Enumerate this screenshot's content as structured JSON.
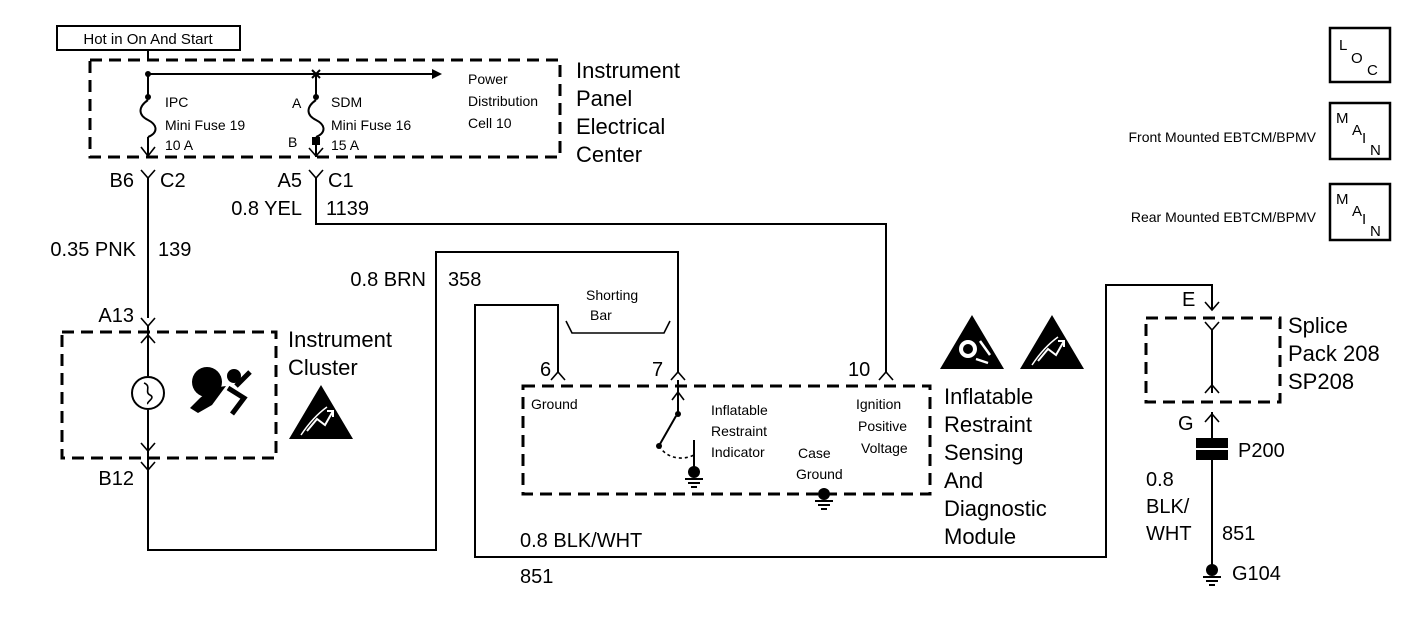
{
  "header": {
    "power_label": "Hot in On And Start"
  },
  "fuse_block": {
    "title": [
      "Instrument",
      "Panel",
      "Electrical",
      "Center"
    ],
    "ipc_fuse": {
      "name": "IPC",
      "line2": "Mini Fuse  19",
      "rating": "10 A"
    },
    "sdm_fuse": {
      "name": "SDM",
      "line2": "Mini Fuse  16",
      "rating": "15 A"
    },
    "pin_a": "A",
    "pin_b": "B",
    "pdc": [
      "Power",
      "Distribution",
      "Cell 10"
    ],
    "conn_b6": "B6",
    "conn_c2": "C2",
    "conn_a5": "A5",
    "conn_c1": "C1"
  },
  "wires": {
    "yel_color": "0.8 YEL",
    "yel_circuit": "1139",
    "pnk_color": "0.35 PNK",
    "pnk_circuit": "139",
    "brn_color": "0.8 BRN",
    "brn_circuit": "358",
    "blkwht_color": "0.8 BLK/WHT",
    "blkwht_circuit": "851",
    "g_wire": {
      "gauge": "0.8",
      "color1": "BLK/",
      "color2": "WHT",
      "circuit": "851"
    }
  },
  "cluster": {
    "pin_top": "A13",
    "pin_bottom": "B12",
    "title": [
      "Instrument",
      "Cluster"
    ]
  },
  "sdm": {
    "shorting_bar": [
      "Shorting",
      "Bar"
    ],
    "pin_6": "6",
    "pin_7": "7",
    "pin_10": "10",
    "ground_label": "Ground",
    "indicator": [
      "Inflatable",
      "Restraint",
      "Indicator"
    ],
    "ignition": [
      "Ignition",
      "Positive",
      "Voltage"
    ],
    "case_ground": [
      "Case",
      "Ground"
    ],
    "title": [
      "Inflatable",
      "Restraint",
      "Sensing",
      "And",
      "Diagnostic",
      "Module"
    ]
  },
  "splice": {
    "pin_e": "E",
    "pin_g": "G",
    "title": [
      "Splice",
      "Pack  208",
      "SP208"
    ],
    "connector": "P200",
    "ground": "G104"
  },
  "legend": {
    "loc": {
      "l": "L",
      "o": "O",
      "c": "C"
    },
    "main": {
      "m": "M",
      "a": "A",
      "i": "I",
      "n": "N"
    },
    "front_label": "Front Mounted EBTCM/BPMV",
    "rear_label": "Rear Mounted EBTCM/BPMV"
  },
  "icons": [
    "airbag-indicator-icon",
    "esd-warning-icon",
    "airbag-deploy-warning-icon",
    "ground-symbol-icon"
  ]
}
